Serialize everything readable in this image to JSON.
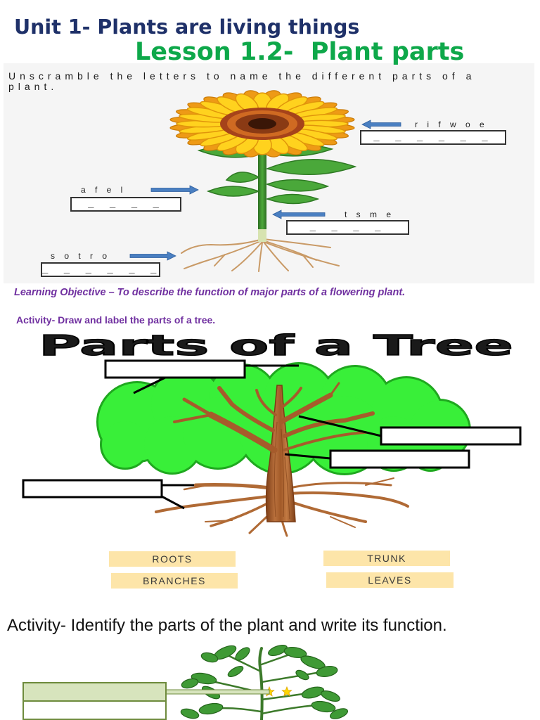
{
  "header": {
    "unit_title": "Unit 1- Plants are living things",
    "lesson_title": "Lesson 1.2-  Plant parts"
  },
  "unscramble": {
    "instruction": "Unscramble the letters to name the different parts of a plant.",
    "items": [
      {
        "letters": "r i f w o e",
        "blanks": "_ _ _ _ _ _"
      },
      {
        "letters": "a f e l",
        "blanks": "_ _ _ _"
      },
      {
        "letters": "t s m e",
        "blanks": "_ _ _ _"
      },
      {
        "letters": "s o t r o",
        "blanks": "_ _ _ _ _ _"
      }
    ]
  },
  "learning_objective": "Learning Objective – To describe the function of major parts of a flowering plant.",
  "tree_activity": {
    "instruction": "Activity- Draw and label the parts of a tree.",
    "diagram_title": "Parts of a Tree",
    "word_bank": [
      "ROOTS",
      "TRUNK",
      "BRANCHES",
      "LEAVES"
    ]
  },
  "plant_activity": {
    "instruction": "Activity- Identify the parts of the plant and write its function."
  },
  "colors": {
    "unit_title": "#1f3169",
    "lesson_title": "#0ea84a",
    "objective_text": "#7030a0",
    "word_bank_fill": "#fde5a9",
    "arrow_blue": "#4a7fc1"
  }
}
